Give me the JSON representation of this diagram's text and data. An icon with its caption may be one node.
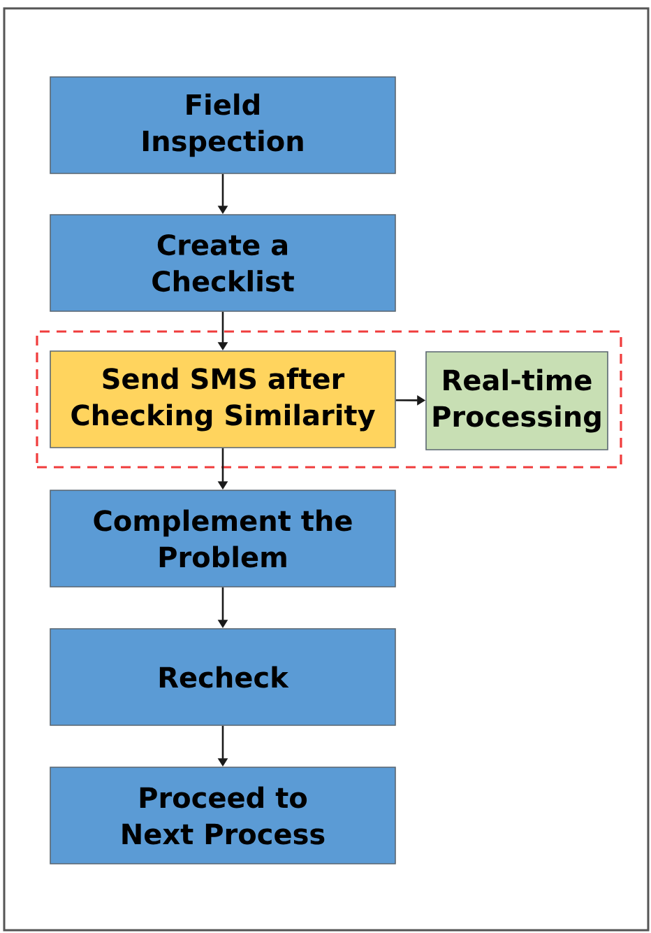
{
  "diagram": {
    "nodes": [
      {
        "text": [
          "Field Inspection"
        ]
      },
      {
        "text": [
          "Create a Checklist"
        ]
      },
      {
        "text": [],
        "shape": "box"
      },
      {
        "text": [
          "Send SMS after Checking Similarity"
        ],
        "in": 2
      },
      {
        "text": [
          "Real-time Processing"
        ],
        "in": 2
      },
      {
        "text": [
          "Complement the Problem"
        ]
      },
      {
        "text": [
          "Recheck"
        ]
      },
      {
        "text": [
          "Proceed to Next Process"
        ]
      }
    ],
    "edges": [
      {
        "from": 0,
        "to": 1,
        "arrow": "to"
      },
      {
        "from": 1,
        "to": 3,
        "arrow": "to"
      },
      {
        "from": 3,
        "to": 4,
        "arrow": "to"
      },
      {
        "from": 3,
        "to": 5,
        "arrow": "to"
      },
      {
        "from": 5,
        "to": 6,
        "arrow": "to"
      },
      {
        "from": 6,
        "to": 7,
        "arrow": "to"
      }
    ]
  }
}
